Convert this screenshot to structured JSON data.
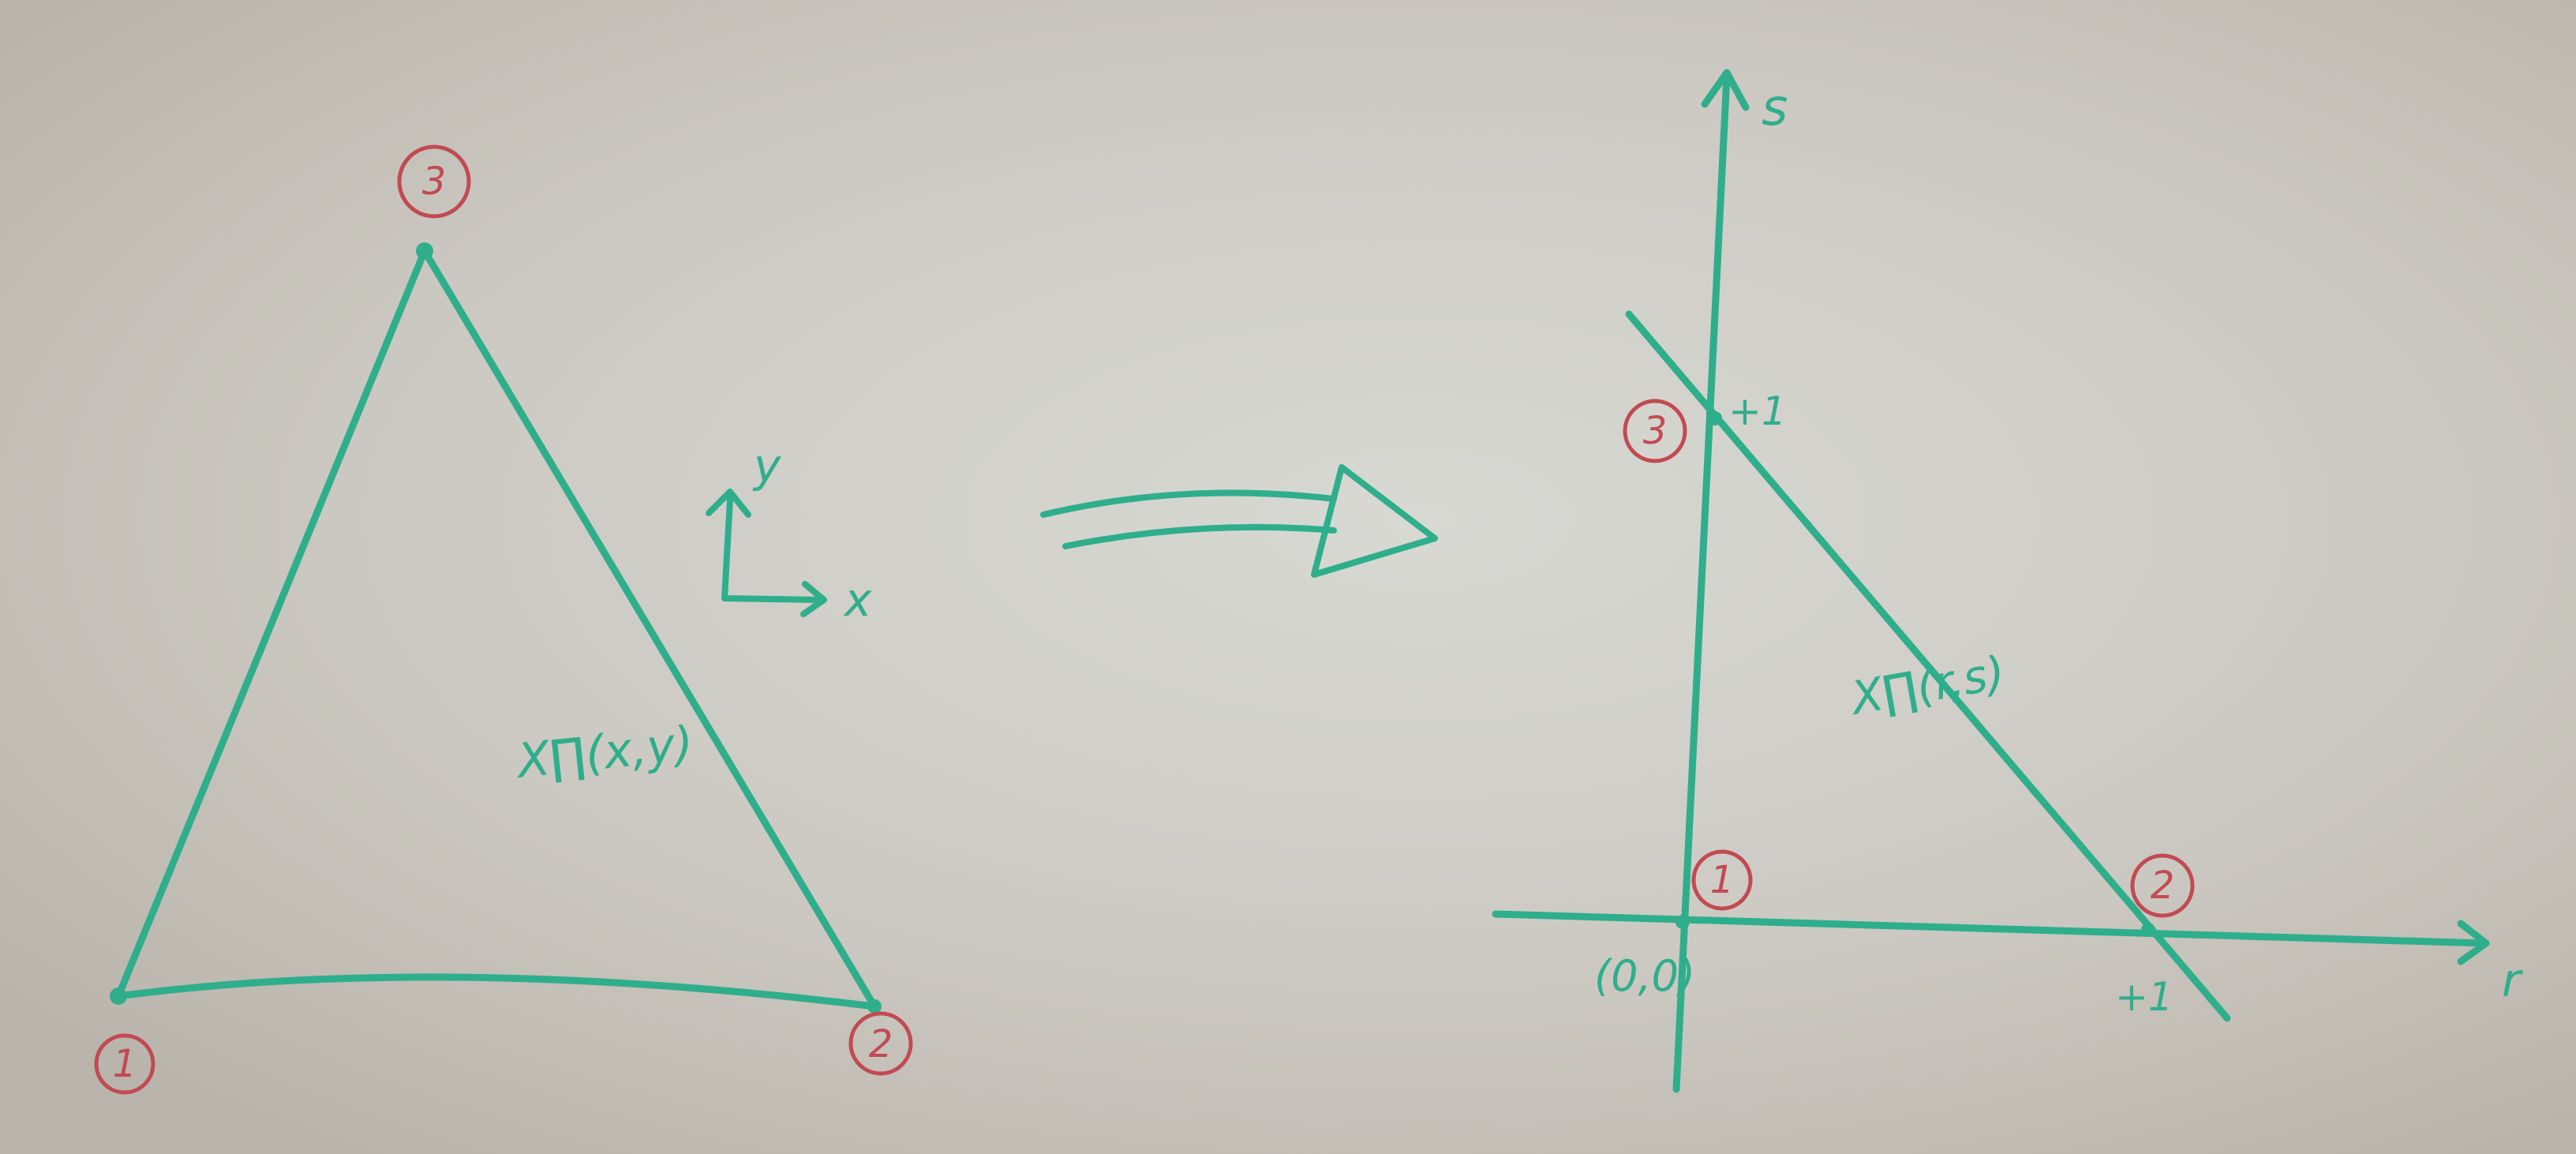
{
  "left_figure": {
    "node_labels": [
      "3",
      "1",
      "2"
    ],
    "axis_x": "x",
    "axis_y": "y",
    "function_label": "X∏(x,y)"
  },
  "right_figure": {
    "axis_r": "r",
    "axis_s": "s",
    "node_labels": [
      "3",
      "1",
      "2"
    ],
    "tick_s": "+1",
    "tick_r": "+1",
    "origin_label": "(0,0)",
    "function_label": "X∏(r,s)"
  },
  "colors": {
    "board": "#c9c6bf",
    "marker_green": "#2fae8c",
    "marker_red": "#c24a52"
  }
}
